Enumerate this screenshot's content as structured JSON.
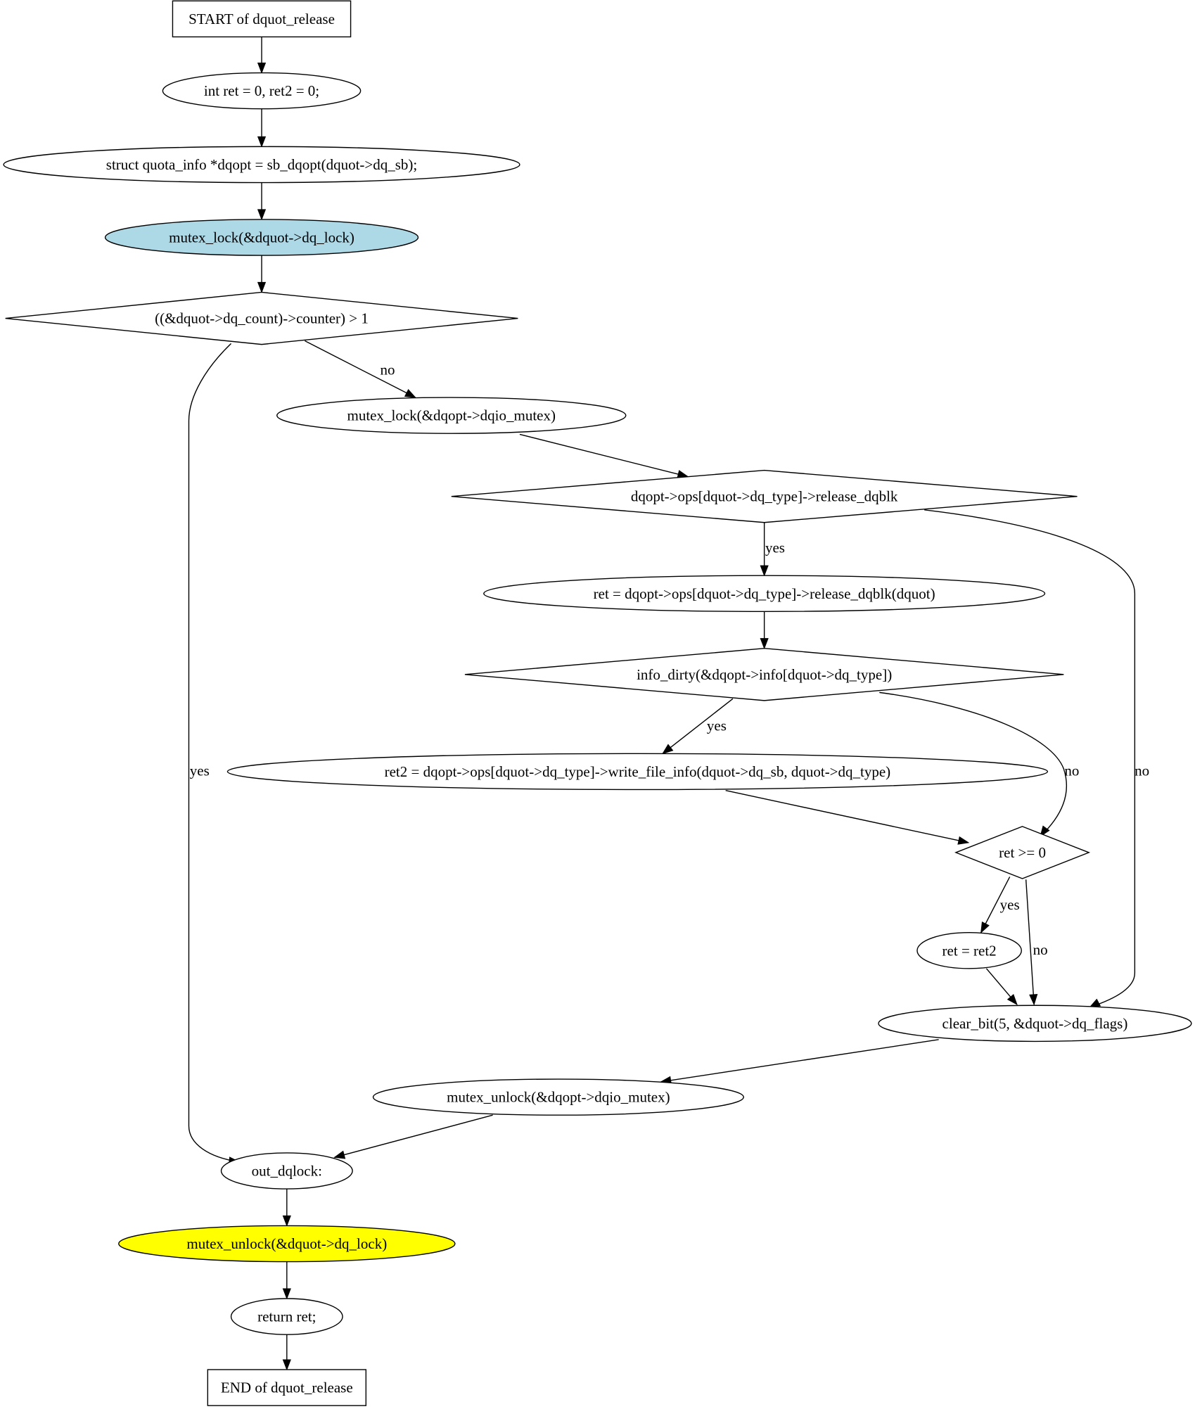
{
  "diagram": {
    "colors": {
      "default_fill": "#ffffff",
      "highlight_lock": "#add8e6",
      "highlight_unlock": "#ffff00",
      "stroke": "#000000"
    },
    "nodes": {
      "start": {
        "label": "START of dquot_release",
        "shape": "box"
      },
      "init_ret": {
        "label": "int ret = 0, ret2 = 0;",
        "shape": "ellipse"
      },
      "init_dqopt": {
        "label": "struct quota_info *dqopt = sb_dqopt(dquot->dq_sb);",
        "shape": "ellipse"
      },
      "lock_dq": {
        "label": "mutex_lock(&dquot->dq_lock)",
        "shape": "ellipse",
        "fill": "highlight_lock"
      },
      "cond_count": {
        "label": "((&dquot->dq_count)->counter) > 1",
        "shape": "diamond"
      },
      "lock_dqio": {
        "label": "mutex_lock(&dqopt->dqio_mutex)",
        "shape": "ellipse"
      },
      "cond_release": {
        "label": "dqopt->ops[dquot->dq_type]->release_dqblk",
        "shape": "diamond"
      },
      "call_release": {
        "label": "ret = dqopt->ops[dquot->dq_type]->release_dqblk(dquot)",
        "shape": "ellipse"
      },
      "cond_dirty": {
        "label": "info_dirty(&dqopt->info[dquot->dq_type])",
        "shape": "diamond"
      },
      "call_write": {
        "label": "ret2 = dqopt->ops[dquot->dq_type]->write_file_info(dquot->dq_sb, dquot->dq_type)",
        "shape": "ellipse"
      },
      "cond_ret": {
        "label": "ret >= 0",
        "shape": "diamond"
      },
      "assign_ret": {
        "label": "ret = ret2",
        "shape": "ellipse"
      },
      "clear_bit": {
        "label": "clear_bit(5, &dquot->dq_flags)",
        "shape": "ellipse"
      },
      "unlock_dqio": {
        "label": "mutex_unlock(&dqopt->dqio_mutex)",
        "shape": "ellipse"
      },
      "out_label": {
        "label": "out_dqlock:",
        "shape": "ellipse"
      },
      "unlock_dq": {
        "label": "mutex_unlock(&dquot->dq_lock)",
        "shape": "ellipse",
        "fill": "highlight_unlock"
      },
      "return_ret": {
        "label": "return ret;",
        "shape": "ellipse"
      },
      "end": {
        "label": "END of dquot_release",
        "shape": "box"
      }
    },
    "edges": [
      {
        "from": "start",
        "to": "init_ret",
        "label": ""
      },
      {
        "from": "init_ret",
        "to": "init_dqopt",
        "label": ""
      },
      {
        "from": "init_dqopt",
        "to": "lock_dq",
        "label": ""
      },
      {
        "from": "lock_dq",
        "to": "cond_count",
        "label": ""
      },
      {
        "from": "cond_count",
        "to": "out_label",
        "label": "yes"
      },
      {
        "from": "cond_count",
        "to": "lock_dqio",
        "label": "no"
      },
      {
        "from": "lock_dqio",
        "to": "cond_release",
        "label": ""
      },
      {
        "from": "cond_release",
        "to": "call_release",
        "label": "yes"
      },
      {
        "from": "cond_release",
        "to": "clear_bit",
        "label": "no"
      },
      {
        "from": "call_release",
        "to": "cond_dirty",
        "label": ""
      },
      {
        "from": "cond_dirty",
        "to": "call_write",
        "label": "yes"
      },
      {
        "from": "cond_dirty",
        "to": "cond_ret",
        "label": "no"
      },
      {
        "from": "call_write",
        "to": "cond_ret",
        "label": ""
      },
      {
        "from": "cond_ret",
        "to": "assign_ret",
        "label": "yes"
      },
      {
        "from": "cond_ret",
        "to": "clear_bit",
        "label": "no"
      },
      {
        "from": "assign_ret",
        "to": "clear_bit",
        "label": ""
      },
      {
        "from": "clear_bit",
        "to": "unlock_dqio",
        "label": ""
      },
      {
        "from": "unlock_dqio",
        "to": "out_label",
        "label": ""
      },
      {
        "from": "out_label",
        "to": "unlock_dq",
        "label": ""
      },
      {
        "from": "unlock_dq",
        "to": "return_ret",
        "label": ""
      },
      {
        "from": "return_ret",
        "to": "end",
        "label": ""
      }
    ]
  }
}
